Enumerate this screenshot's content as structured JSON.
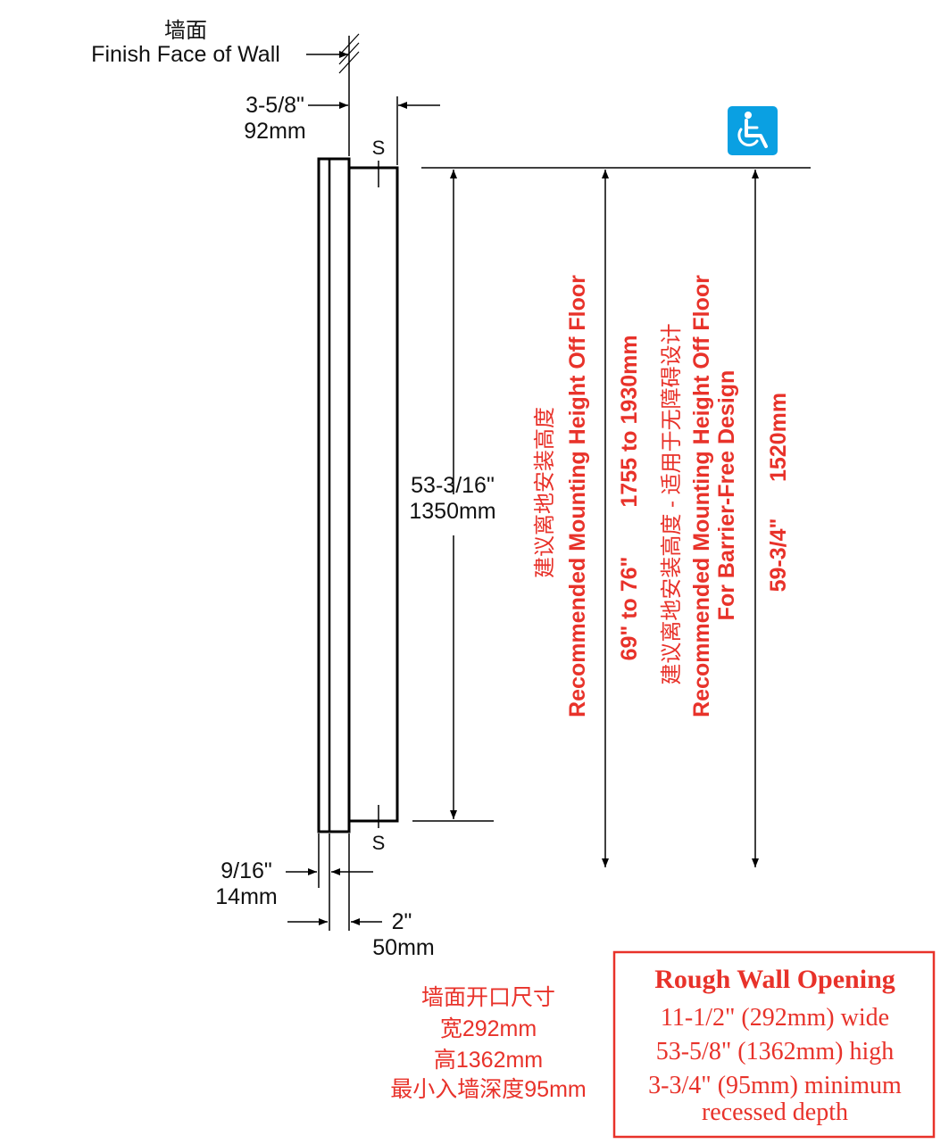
{
  "wall": {
    "label_cn": "墙面",
    "label_en": "Finish Face of Wall"
  },
  "dims": {
    "depth_total": {
      "in": "3-5/8\"",
      "mm": "92mm"
    },
    "flange": {
      "in": "9/16\"",
      "mm": "14mm"
    },
    "recess": {
      "in": "2\"",
      "mm": "50mm"
    },
    "height": {
      "in": "53-3/16\"",
      "mm": "1350mm"
    },
    "screw_label": "S"
  },
  "mounting": {
    "cn": "建议离地安装高度",
    "en": "Recommended Mounting Height Off Floor",
    "range_in": "69\" to 76\"",
    "range_mm": "1755 to 1930mm"
  },
  "barrier_free": {
    "cn": "建议离地安装高度 - 适用于无障碍设计",
    "en_line1": "Recommended Mounting Height Off Floor",
    "en_line2": "For Barrier-Free Design",
    "value_in": "59-3/4\"",
    "value_mm": "1520mm",
    "icon": "wheelchair-accessible-icon",
    "icon_color": "#0aa0e2"
  },
  "opening_cn": [
    "墙面开口尺寸",
    "宽292mm",
    "高1362mm",
    "最小入墙深度95mm"
  ],
  "rough_opening": {
    "title": "Rough Wall Opening",
    "lines": [
      "11-1/2\" (292mm) wide",
      "53-5/8\" (1362mm) high",
      "3-3/4\" (95mm) minimum",
      "recessed depth"
    ],
    "border_color": "#e8322a"
  }
}
